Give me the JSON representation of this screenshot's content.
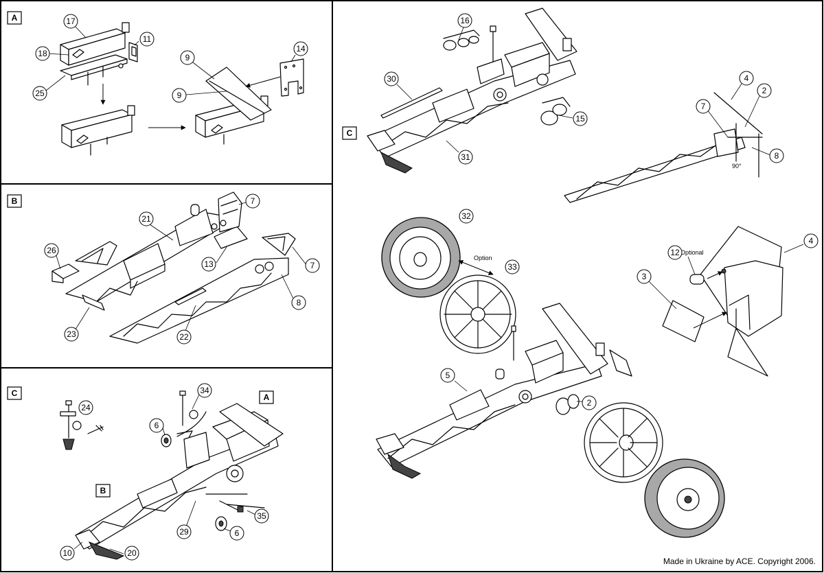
{
  "panels": {
    "A": {
      "label": "A",
      "callouts": [
        "17",
        "18",
        "11",
        "25",
        "9",
        "9",
        "14"
      ]
    },
    "B": {
      "label": "B",
      "callouts": [
        "21",
        "7",
        "26",
        "13",
        "7",
        "8",
        "23",
        "22"
      ]
    },
    "C_small": {
      "label": "C",
      "callouts": [
        "24",
        "34",
        "6",
        "29",
        "35",
        "6",
        "10",
        "20"
      ],
      "ref_labels": [
        "A",
        "B"
      ]
    },
    "C_main": {
      "label": "C",
      "callouts": [
        "16",
        "30",
        "15",
        "31",
        "4",
        "2",
        "7",
        "8",
        "32",
        "33",
        "12",
        "3",
        "4",
        "5",
        "2"
      ]
    }
  },
  "notes": {
    "option": "Option",
    "optional": "Optional",
    "angle": "90°"
  },
  "footer": "Made in Ukraine by ACE. Copyright 2006."
}
